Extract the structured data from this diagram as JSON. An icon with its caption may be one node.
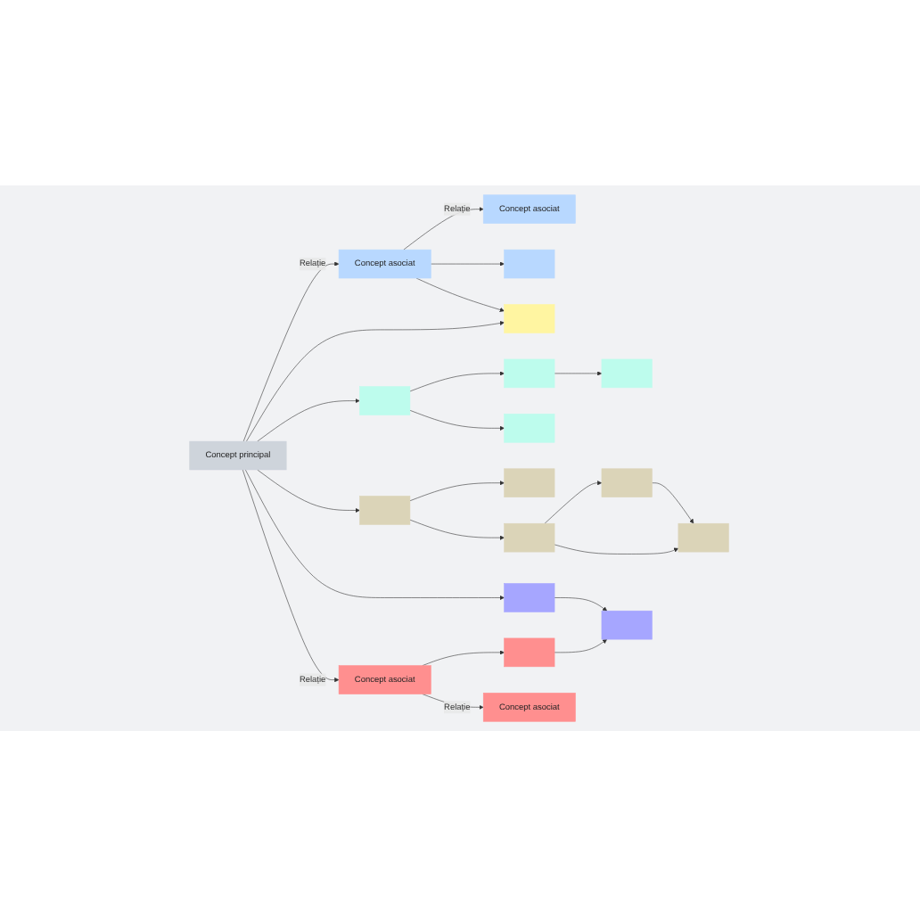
{
  "diagram": {
    "nodes": [
      {
        "text": [
          "Concept principal"
        ]
      },
      {
        "text": [
          "Concept asociat"
        ]
      },
      {
        "text": [
          "Concept asociat"
        ]
      },
      {
        "text": [],
        "shape": "box"
      },
      {
        "text": [],
        "shape": "box"
      },
      {
        "text": [],
        "shape": "box"
      },
      {
        "text": [],
        "shape": "box"
      },
      {
        "text": [],
        "shape": "box"
      },
      {
        "text": [],
        "shape": "box"
      },
      {
        "text": [],
        "shape": "box"
      },
      {
        "text": [],
        "shape": "box"
      },
      {
        "text": [],
        "shape": "box"
      },
      {
        "text": [],
        "shape": "box"
      },
      {
        "text": [],
        "shape": "box"
      },
      {
        "text": [],
        "shape": "box"
      },
      {
        "text": [],
        "shape": "box"
      },
      {
        "text": [
          "Concept asociat"
        ]
      },
      {
        "text": [],
        "shape": "box"
      },
      {
        "text": [
          "Concept asociat"
        ]
      }
    ],
    "edges": [
      {
        "from": 0,
        "to": 1,
        "arrow": "to",
        "label": "Relație"
      },
      {
        "from": 0,
        "to": 4,
        "arrow": "to"
      },
      {
        "from": 0,
        "to": 5,
        "arrow": "to"
      },
      {
        "from": 1,
        "to": 2,
        "arrow": "to",
        "label": "Relație"
      },
      {
        "from": 1,
        "to": 3,
        "arrow": "to"
      },
      {
        "from": 1,
        "to": 4,
        "arrow": "to"
      },
      {
        "from": 5,
        "to": 6,
        "arrow": "to"
      },
      {
        "from": 5,
        "to": 8,
        "arrow": "to"
      },
      {
        "from": 6,
        "to": 7,
        "arrow": "to"
      },
      {
        "from": 0,
        "to": 9,
        "arrow": "to"
      },
      {
        "from": 9,
        "to": 10,
        "arrow": "to"
      },
      {
        "from": 9,
        "to": 11,
        "arrow": "to"
      },
      {
        "from": 11,
        "to": 12,
        "arrow": "to"
      },
      {
        "from": 11,
        "to": 13,
        "arrow": "to"
      },
      {
        "from": 12,
        "to": 13,
        "arrow": "to"
      },
      {
        "from": 0,
        "to": 14,
        "arrow": "to"
      },
      {
        "from": 14,
        "to": 15,
        "arrow": "to"
      },
      {
        "from": 0,
        "to": 16,
        "arrow": "to",
        "label": "Relație"
      },
      {
        "from": 16,
        "to": 17,
        "arrow": "to"
      },
      {
        "from": 16,
        "to": 18,
        "arrow": "to",
        "label": "Relație"
      },
      {
        "from": 17,
        "to": 15,
        "arrow": "to"
      }
    ]
  }
}
